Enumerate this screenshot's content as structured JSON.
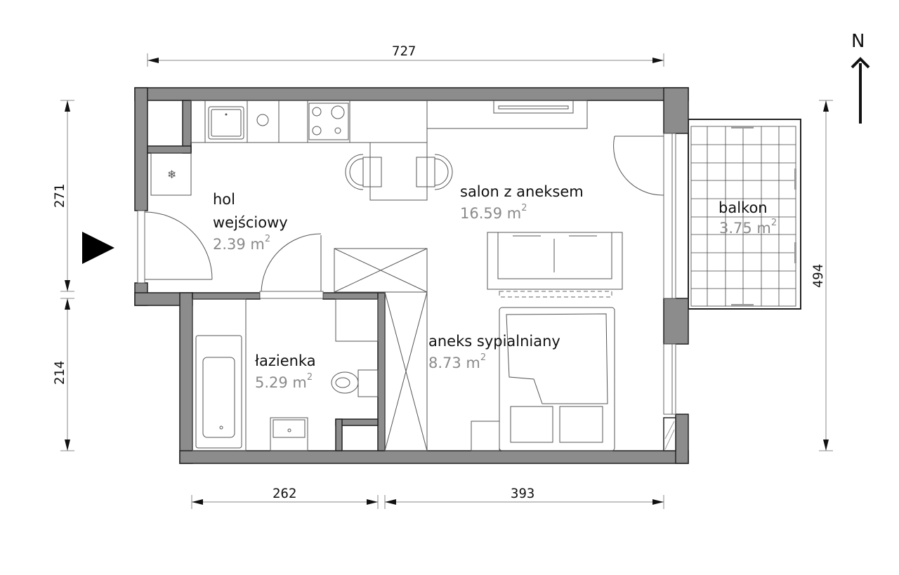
{
  "plan": {
    "north_label": "N",
    "entrance_marker": "entrance-triangle",
    "dimensions": {
      "top_width": "727",
      "left_upper": "271",
      "left_lower": "214",
      "right_height": "494",
      "bottom_left": "262",
      "bottom_right": "393"
    },
    "rooms": [
      {
        "name_line1": "hol",
        "name_line2": "wejściowy",
        "area": "2.39 m",
        "unit_sup": "2"
      },
      {
        "name_line1": "salon z aneksem",
        "area": "16.59 m",
        "unit_sup": "2"
      },
      {
        "name_line1": "łazienka",
        "area": "5.29 m",
        "unit_sup": "2"
      },
      {
        "name_line1": "aneks sypialniany",
        "area": "8.73 m",
        "unit_sup": "2"
      },
      {
        "name_line1": "balkon",
        "area": "3.75 m",
        "unit_sup": "2"
      }
    ],
    "colors": {
      "wall": "#8c8c8c",
      "wall_outline": "#222222",
      "room_label": "#111111",
      "area_label": "#8a8a8a",
      "lines": "#555555"
    }
  }
}
